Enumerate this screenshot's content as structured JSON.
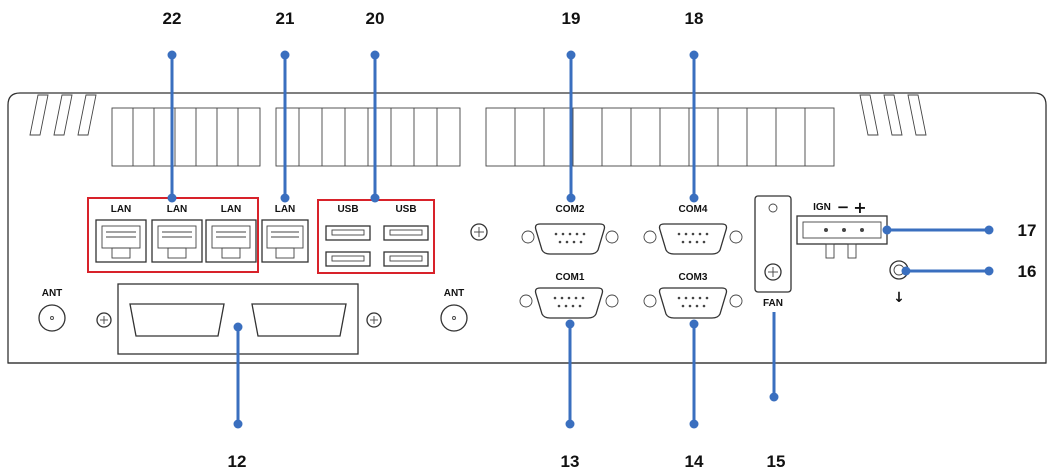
{
  "callouts": {
    "c22": "22",
    "c21": "21",
    "c20": "20",
    "c19": "19",
    "c18": "18",
    "c17": "17",
    "c16": "16",
    "c15": "15",
    "c14": "14",
    "c13": "13",
    "c12": "12"
  },
  "labels": {
    "lan1": "LAN",
    "lan2": "LAN",
    "lan3": "LAN",
    "lan4": "LAN",
    "usb1": "USB",
    "usb2": "USB",
    "com2": "COM2",
    "com4": "COM4",
    "com1": "COM1",
    "com3": "COM3",
    "ant_left": "ANT",
    "ant_right": "ANT",
    "ign": "IGN",
    "minus": "−",
    "plus": "+",
    "fan": "FAN",
    "ground": "↓"
  },
  "colors": {
    "leader": "#3a6fbf",
    "highlight": "#d8222a",
    "outline": "#333333"
  }
}
